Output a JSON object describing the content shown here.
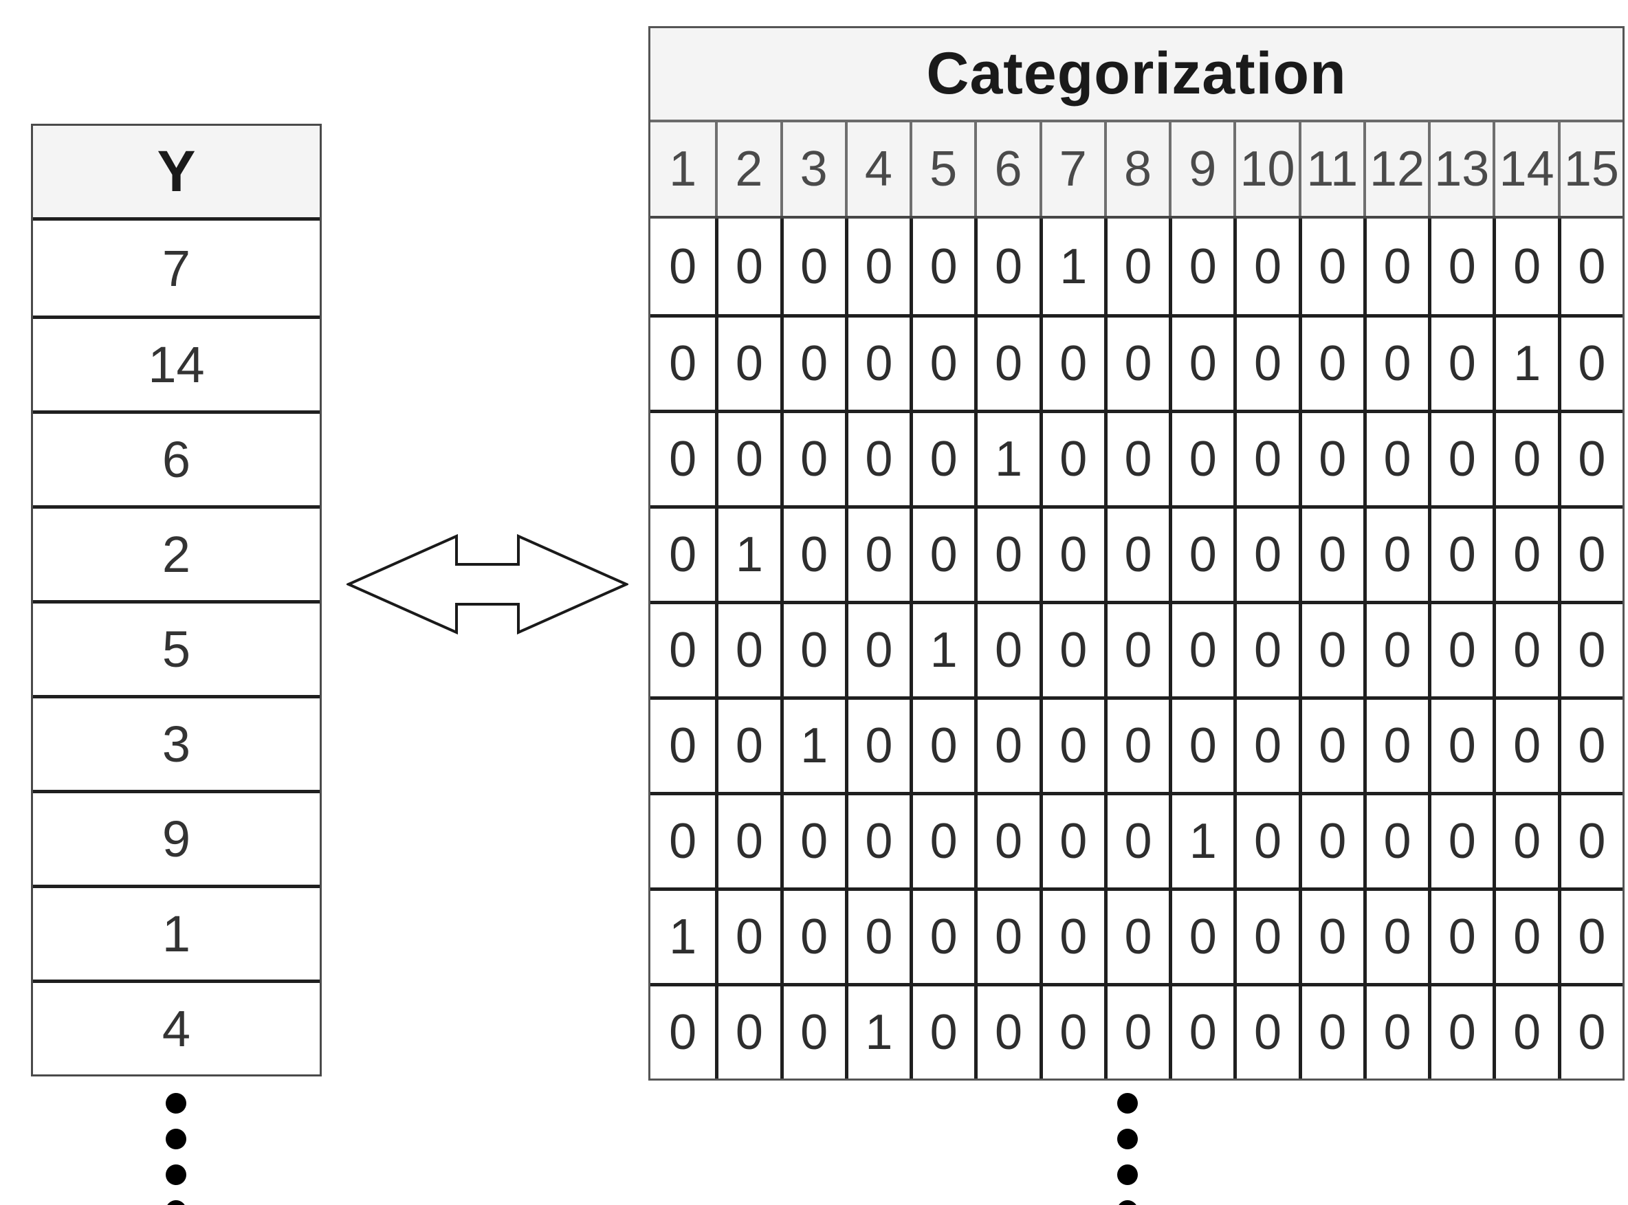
{
  "diagram": {
    "left_table": {
      "header": "Y",
      "values": [
        "7",
        "14",
        "6",
        "2",
        "5",
        "3",
        "9",
        "1",
        "4"
      ],
      "ellipsis_dots": 4
    },
    "arrow": {
      "type": "double-headed-horizontal"
    },
    "right_table": {
      "title": "Categorization",
      "columns": [
        "1",
        "2",
        "3",
        "4",
        "5",
        "6",
        "7",
        "8",
        "9",
        "10",
        "11",
        "12",
        "13",
        "14",
        "15"
      ],
      "rows": [
        [
          0,
          0,
          0,
          0,
          0,
          0,
          1,
          0,
          0,
          0,
          0,
          0,
          0,
          0,
          0
        ],
        [
          0,
          0,
          0,
          0,
          0,
          0,
          0,
          0,
          0,
          0,
          0,
          0,
          0,
          1,
          0
        ],
        [
          0,
          0,
          0,
          0,
          0,
          1,
          0,
          0,
          0,
          0,
          0,
          0,
          0,
          0,
          0
        ],
        [
          0,
          1,
          0,
          0,
          0,
          0,
          0,
          0,
          0,
          0,
          0,
          0,
          0,
          0,
          0
        ],
        [
          0,
          0,
          0,
          0,
          1,
          0,
          0,
          0,
          0,
          0,
          0,
          0,
          0,
          0,
          0
        ],
        [
          0,
          0,
          1,
          0,
          0,
          0,
          0,
          0,
          0,
          0,
          0,
          0,
          0,
          0,
          0
        ],
        [
          0,
          0,
          0,
          0,
          0,
          0,
          0,
          0,
          1,
          0,
          0,
          0,
          0,
          0,
          0
        ],
        [
          1,
          0,
          0,
          0,
          0,
          0,
          0,
          0,
          0,
          0,
          0,
          0,
          0,
          0,
          0
        ],
        [
          0,
          0,
          0,
          1,
          0,
          0,
          0,
          0,
          0,
          0,
          0,
          0,
          0,
          0,
          0
        ]
      ],
      "ellipsis_dots": 4
    },
    "colors": {
      "header_bg": "#f4f4f4",
      "border_dark": "#1f1f1f",
      "border_gray": "#6b6b6b",
      "text_dark": "#2e2e2e",
      "text_gray": "#4a4a4a",
      "dot": "#000000"
    }
  }
}
